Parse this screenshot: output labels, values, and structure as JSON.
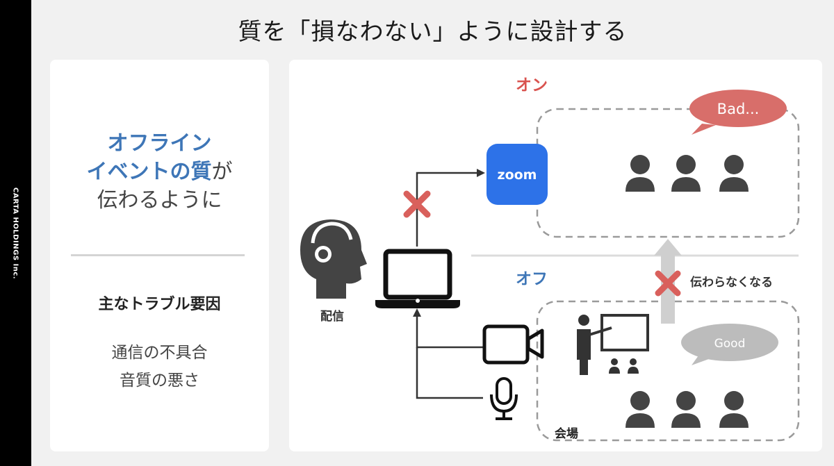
{
  "sidebar": {
    "company": "CARTA HOLDINGS Inc."
  },
  "title": "質を「損なわない」ように設計する",
  "left_panel": {
    "headline_line1": "オフライン",
    "headline_line2_blue": "イベントの質",
    "headline_line2_rest": "が",
    "headline_line3": "伝わるように",
    "causes_title": "主なトラブル要因",
    "cause1": "通信の不具合",
    "cause2": "音質の悪さ"
  },
  "diagram": {
    "online_label": "オン",
    "offline_label": "オフ",
    "zoom_label": "zoom",
    "bad_bubble": "Bad...",
    "good_bubble": "Good",
    "streamer_label": "配信",
    "venue_label": "会場",
    "not_conveyed": "伝わらなくなる"
  },
  "colors": {
    "online_red": "#d9534f",
    "offline_blue": "#3e76b7",
    "cross_red": "#d9605c",
    "zoom_blue": "#2d72e8",
    "bad_bubble": "#d86e6a",
    "good_bubble": "#bcbcbc"
  },
  "icons": [
    "headset-person-icon",
    "laptop-icon",
    "zoom-app-icon",
    "video-camera-icon",
    "microphone-icon",
    "presenter-icon",
    "person-icon",
    "cross-mark-icon",
    "up-arrow-icon"
  ]
}
